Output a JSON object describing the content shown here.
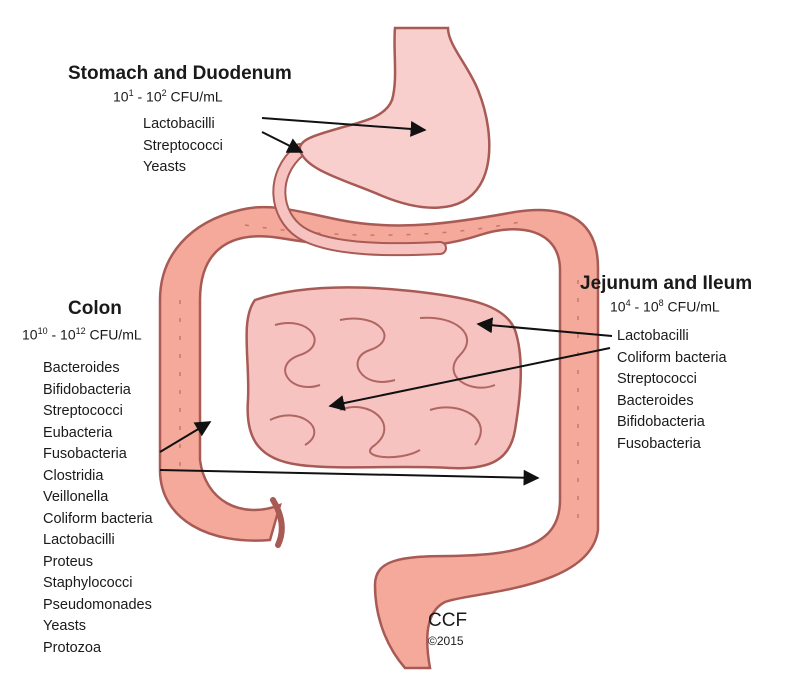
{
  "colors": {
    "tract_fill": "#f4a99b",
    "tract_stroke": "#a85a55",
    "small_intestine_fill": "#f7c3c1",
    "stomach_fill": "#f8cfcd",
    "arrow": "#111111",
    "text": "#1a1a1a"
  },
  "stomach": {
    "title": "Stomach and Duodenum",
    "count": {
      "base1": "10",
      "exp1": "1",
      "sep": " - ",
      "base2": "10",
      "exp2": "2",
      "unit": " CFU/mL"
    },
    "organisms": [
      "Lactobacilli",
      "Streptococci",
      "Yeasts"
    ]
  },
  "small_intestine": {
    "title": "Jejunum and Ileum",
    "count": {
      "base1": "10",
      "exp1": "4",
      "sep": " - ",
      "base2": "10",
      "exp2": "8",
      "unit": " CFU/mL"
    },
    "organisms": [
      "Lactobacilli",
      "Coliform bacteria",
      "Streptococci",
      "Bacteroides",
      "Bifidobacteria",
      "Fusobacteria"
    ]
  },
  "colon": {
    "title": "Colon",
    "count": {
      "base1": "10",
      "exp1": "10",
      "sep": " - ",
      "base2": "10",
      "exp2": "12",
      "unit": " CFU/mL"
    },
    "organisms": [
      "Bacteroides",
      "Bifidobacteria",
      "Streptococci",
      "Eubacteria",
      "Fusobacteria",
      "Clostridia",
      "Veillonella",
      "Coliform bacteria",
      "Lactobacilli",
      "Proteus",
      "Staphylococci",
      "Pseudomonades",
      "Yeasts",
      "Protozoa"
    ]
  },
  "credit": {
    "org": "CCF",
    "year": "©2015"
  }
}
